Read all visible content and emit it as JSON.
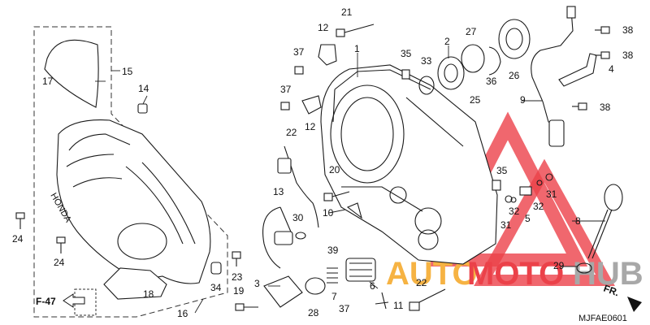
{
  "diagram": {
    "code": "MJFAE0601",
    "ref_arrow": "F-47",
    "direction": "FR.",
    "cover_logo": "HONDA",
    "watermark": {
      "text_a": "AUTO",
      "text_b": "MOTO",
      "text_c": "HUB",
      "color_orange": "#f5a623",
      "color_red": "#e8202a"
    },
    "callouts": [
      "1",
      "2",
      "3",
      "4",
      "5",
      "6",
      "7",
      "8",
      "9",
      "10",
      "11",
      "12",
      "12",
      "13",
      "14",
      "15",
      "16",
      "17",
      "18",
      "19",
      "20",
      "21",
      "22",
      "22",
      "23",
      "24",
      "24",
      "25",
      "26",
      "27",
      "28",
      "29",
      "30",
      "31",
      "31",
      "32",
      "32",
      "33",
      "34",
      "35",
      "35",
      "36",
      "37",
      "37",
      "37",
      "38",
      "38",
      "38",
      "39"
    ]
  }
}
